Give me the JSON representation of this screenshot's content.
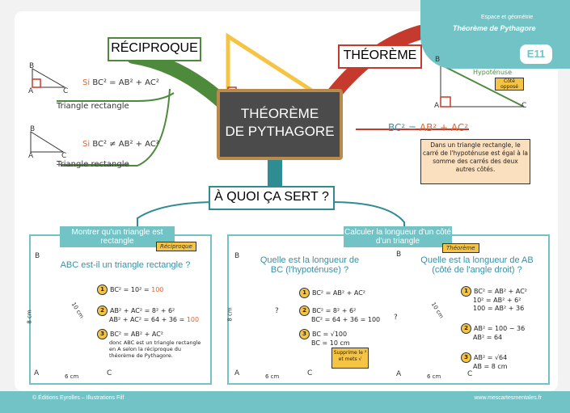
{
  "header": {
    "category": "Espace et géométrie",
    "title": "Théorème de Pythagore",
    "code": "E11"
  },
  "center": {
    "line1": "THÉORÈME",
    "line2": "DE PYTHAGORE"
  },
  "reciprocal": {
    "title": "RÉCIPROQUE",
    "eq1_si": "Si",
    "eq1": "BC² = AB² + AC²",
    "result1": "Triangle rectangle",
    "eq2_si": "Si",
    "eq2": "BC² ≠ AB² + AC²",
    "result2": "Triangle rectangle"
  },
  "theorem": {
    "title": "THÉORÈME",
    "hyp_label": "Hypoténuse",
    "opp_label": "Côté opposé",
    "formula_lhs": "BC² =",
    "formula_rhs": "AB² + AC²",
    "note": "Dans un triangle rectangle, le carré de l'hypoténuse est égal à la somme des carrés des deux autres côtés."
  },
  "usage": {
    "title": "À QUOI ÇA SERT ?"
  },
  "panel1": {
    "tab": "Montrer qu'un triangle est rectangle",
    "tag": "Réciproque",
    "question": "ABC est-il un triangle rectangle ?",
    "side_ab": "8 cm",
    "side_ac": "6 cm",
    "side_bc": "10 cm",
    "step1": "BC² = 10² =",
    "step1_val": "100",
    "step2a": "AB² + AC² = 8² + 6²",
    "step2b": "AB² + AC² = 64 + 36 =",
    "step2_val": "100",
    "step3a": "BC² = AB² + AC²",
    "step3b": "donc ABC est un triangle rectangle en A selon la réciproque du théorème de Pythagore."
  },
  "panel2": {
    "tab": "Calculer la longueur d'un côté d'un triangle",
    "tag": "Théorème",
    "q_left": "Quelle est la longueur de BC (l'hypoténuse) ?",
    "q_right": "Quelle est la longueur de AB (côté de l'angle droit) ?",
    "left_ab": "8 cm",
    "left_ac": "6 cm",
    "left_bc": "?",
    "l1": "BC² = AB² + AC²",
    "l2a": "BC² = 8² + 6²",
    "l2b": "BC² = 64 + 36 = 100",
    "l3a": "BC = √100",
    "l3b": "BC = 10 cm",
    "sticky": "Supprime le ² et mets √",
    "right_bc": "10 cm",
    "right_ab": "?",
    "right_ac": "6 cm",
    "r1a": "BC² = AB² + AC²",
    "r1b": "10² = AB² + 6²",
    "r1c": "100 = AB² + 36",
    "r2a": "AB² = 100 − 36",
    "r2b": "AB² = 64",
    "r3a": "AB² = √64",
    "r3b": "AB = 8 cm"
  },
  "footer": {
    "left": "© Éditions Eyrolles – Illustrations Filf",
    "right": "www.mescartesmentales.fr"
  }
}
